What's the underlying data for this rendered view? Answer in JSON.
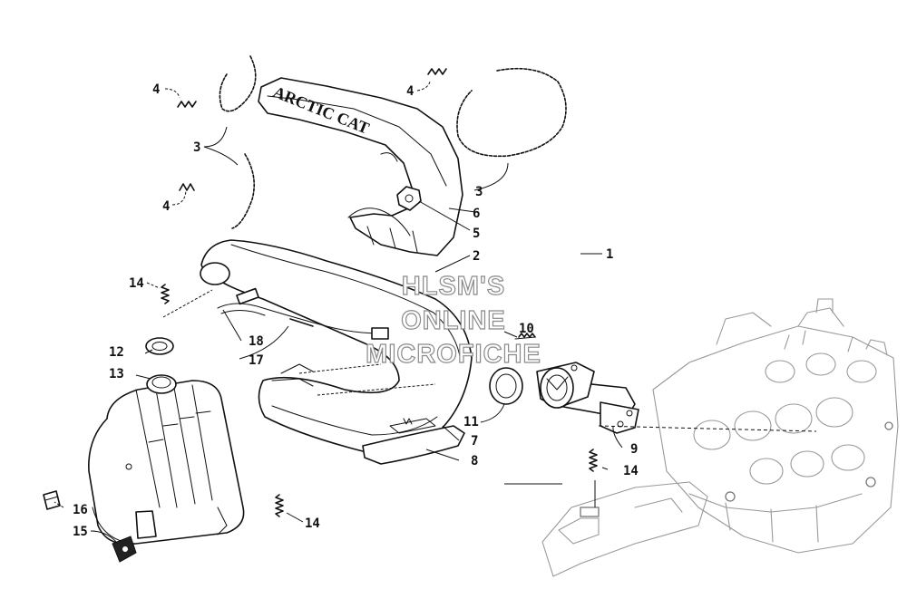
{
  "diagram": {
    "hood_lettering": "ARCTIC CAT",
    "callouts": {
      "c1": "1",
      "c2": "2",
      "c3a": "3",
      "c3b": "3",
      "c4a": "4",
      "c4b": "4",
      "c4c": "4",
      "c5": "5",
      "c6": "6",
      "c7": "7",
      "c8": "8",
      "c9": "9",
      "c10": "10",
      "c11": "11",
      "c12": "12",
      "c13": "13",
      "c14a": "14",
      "c14b": "14",
      "c14c": "14",
      "c15": "15",
      "c16": "16",
      "c17": "17",
      "c18": "18"
    }
  },
  "watermark": {
    "line1": "HLSM'S",
    "line2": "ONLINE",
    "line3": "MICROFICHE"
  },
  "colors": {
    "ink": "#111111",
    "watermark_outline": "#8a8a8a",
    "background": "#ffffff"
  }
}
